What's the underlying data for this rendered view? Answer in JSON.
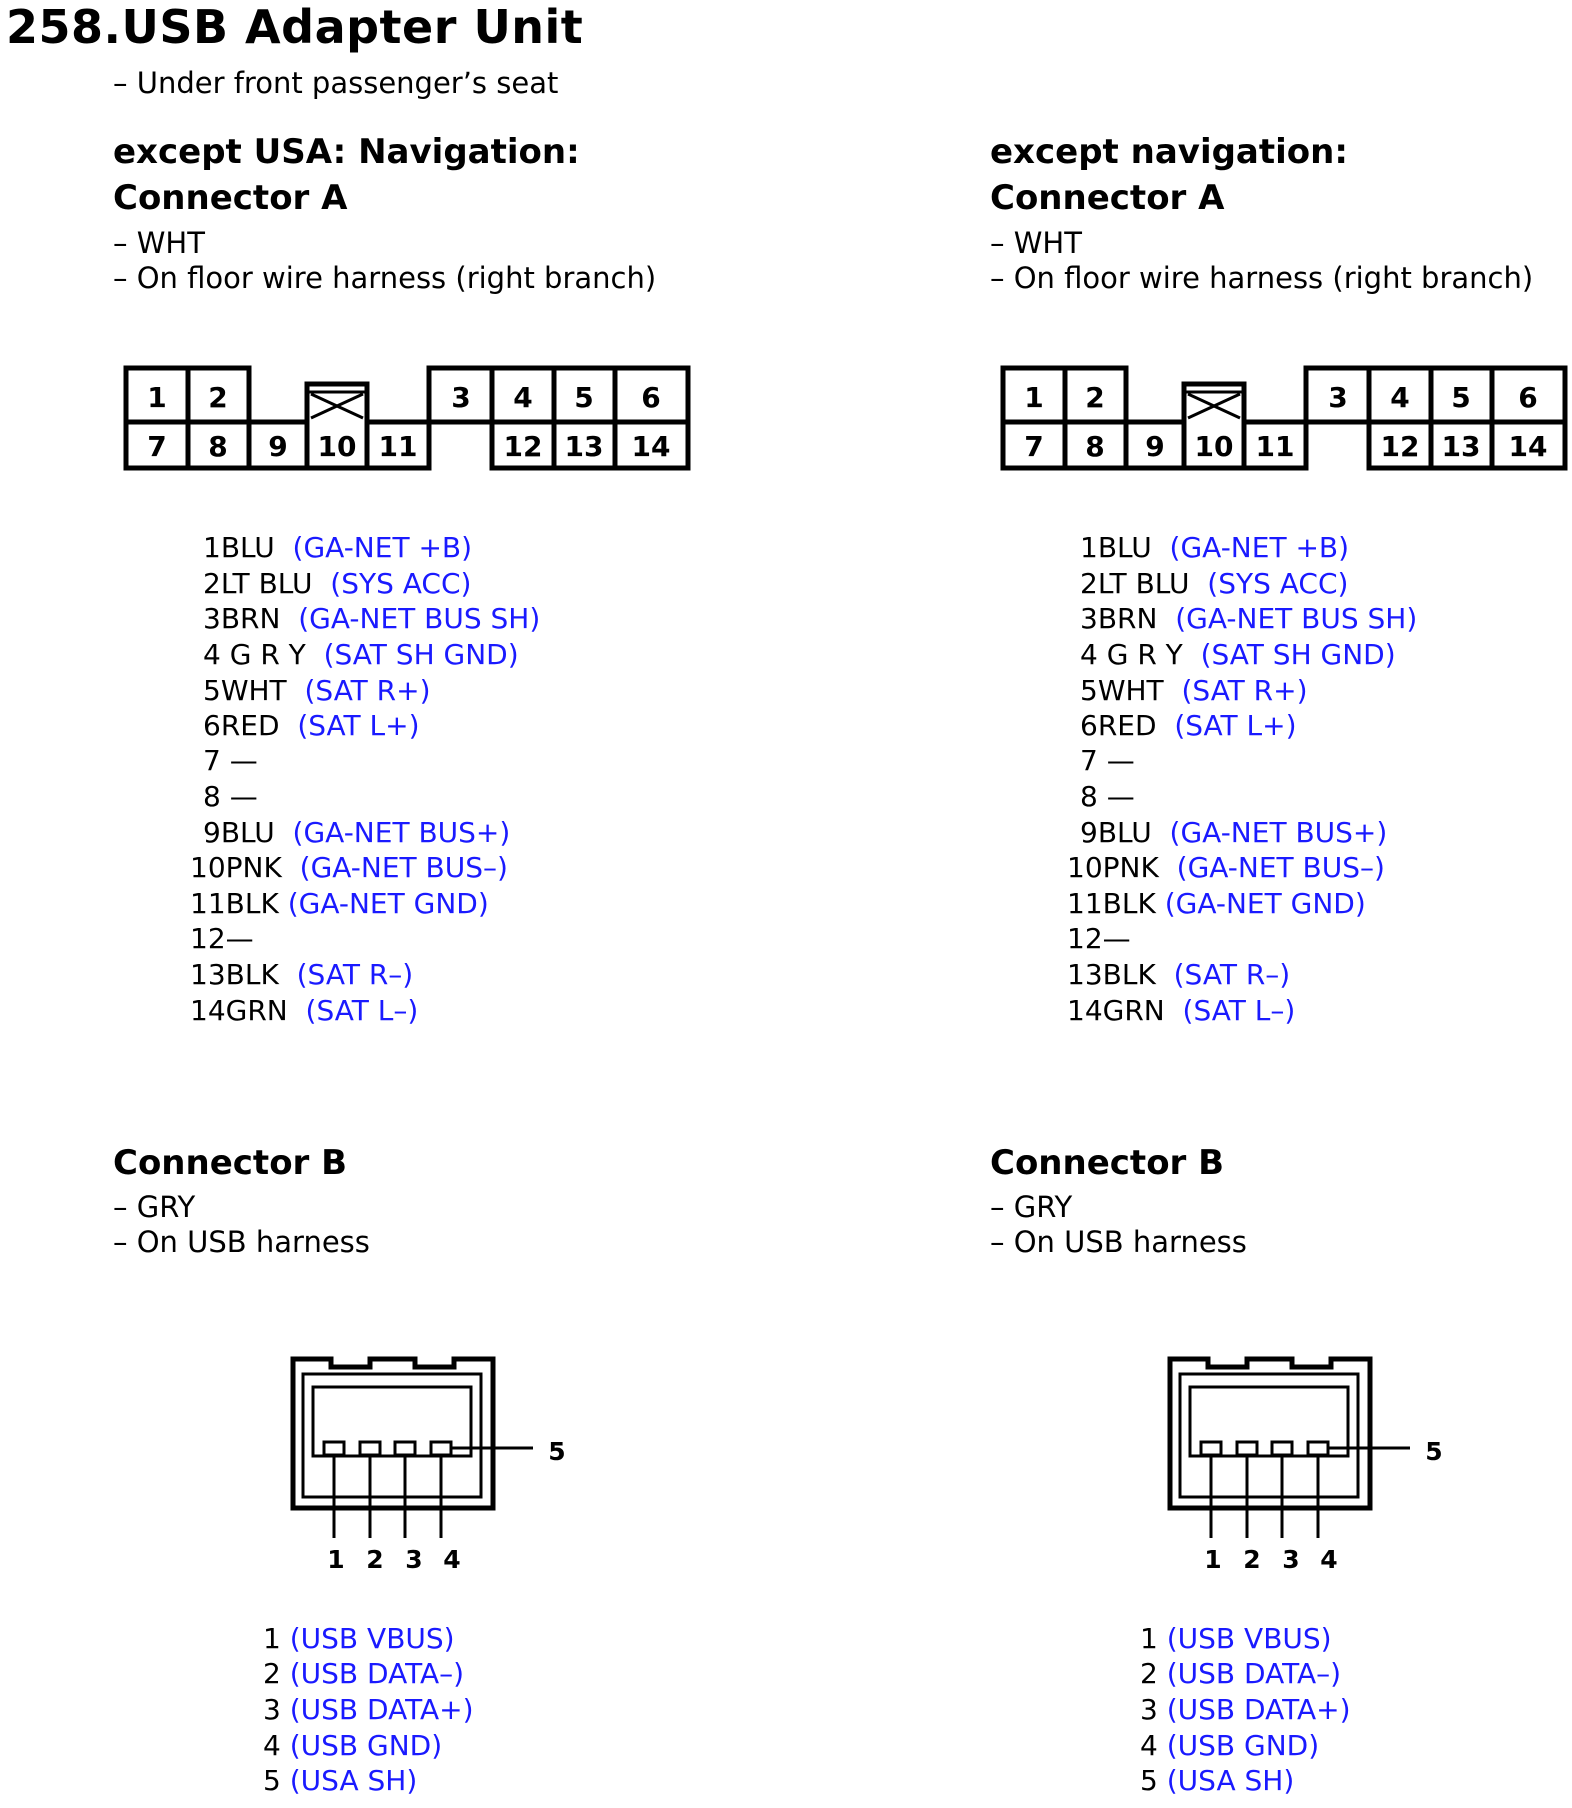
{
  "page": {
    "title": "258.USB Adapter Unit",
    "location": "– Under front passenger’s seat"
  },
  "columns": [
    {
      "heading_1": "except USA: Navigation:",
      "connector_a": {
        "title": "Connector A",
        "color": "– WHT",
        "location": "– On floor wire harness (right branch)",
        "cavity_numbers": [
          "1",
          "2",
          "3",
          "4",
          "5",
          "6",
          "7",
          "8",
          "9",
          "10",
          "11",
          "12",
          "13",
          "14"
        ],
        "pins": [
          {
            "label": "1BLU",
            "function": "(GA-NET +B)"
          },
          {
            "label": "2LT BLU",
            "function": "(SYS ACC)"
          },
          {
            "label": "3BRN",
            "function": "(GA-NET BUS SH)"
          },
          {
            "label": "4 G R Y",
            "function": "(SAT SH GND)"
          },
          {
            "label": "5WHT",
            "function": "(SAT R+)"
          },
          {
            "label": "6RED",
            "function": "(SAT L+)"
          },
          {
            "label": "7 —",
            "function": ""
          },
          {
            "label": "8 —",
            "function": ""
          },
          {
            "label": "9BLU",
            "function": "(GA-NET BUS+)"
          },
          {
            "label": "10PNK",
            "function": "(GA-NET BUS–)"
          },
          {
            "label": "11BLK",
            "function": "(GA-NET GND)"
          },
          {
            "label": "12—",
            "function": ""
          },
          {
            "label": "13BLK",
            "function": "(SAT R–)"
          },
          {
            "label": "14GRN",
            "function": "(SAT L–)"
          }
        ]
      },
      "connector_b": {
        "title": "Connector B",
        "color": "– GRY",
        "location": "– On USB harness",
        "terminal_numbers": [
          "1",
          "2",
          "3",
          "4",
          "5"
        ],
        "pins": [
          {
            "label": "1",
            "function": "(USB VBUS)"
          },
          {
            "label": "2",
            "function": "(USB DATA–)"
          },
          {
            "label": "3",
            "function": "(USB DATA+)"
          },
          {
            "label": "4",
            "function": "(USB GND)"
          },
          {
            "label": "5",
            "function": "(USA SH)"
          }
        ]
      }
    },
    {
      "heading_1": "except navigation:",
      "connector_a": {
        "title": "Connector A",
        "color": "– WHT",
        "location": "– On floor wire harness (right branch)",
        "cavity_numbers": [
          "1",
          "2",
          "3",
          "4",
          "5",
          "6",
          "7",
          "8",
          "9",
          "10",
          "11",
          "12",
          "13",
          "14"
        ],
        "pins": [
          {
            "label": "1BLU",
            "function": "(GA-NET +B)"
          },
          {
            "label": "2LT BLU",
            "function": "(SYS ACC)"
          },
          {
            "label": "3BRN",
            "function": "(GA-NET BUS SH)"
          },
          {
            "label": "4 G R Y",
            "function": "(SAT SH GND)"
          },
          {
            "label": "5WHT",
            "function": "(SAT R+)"
          },
          {
            "label": "6RED",
            "function": "(SAT L+)"
          },
          {
            "label": "7 —",
            "function": ""
          },
          {
            "label": "8 —",
            "function": ""
          },
          {
            "label": "9BLU",
            "function": "(GA-NET BUS+)"
          },
          {
            "label": "10PNK",
            "function": "(GA-NET BUS–)"
          },
          {
            "label": "11BLK",
            "function": "(GA-NET GND)"
          },
          {
            "label": "12—",
            "function": ""
          },
          {
            "label": "13BLK",
            "function": "(SAT R–)"
          },
          {
            "label": "14GRN",
            "function": "(SAT L–)"
          }
        ]
      },
      "connector_b": {
        "title": "Connector B",
        "color": "– GRY",
        "location": "– On USB harness",
        "terminal_numbers": [
          "1",
          "2",
          "3",
          "4",
          "5"
        ],
        "pins": [
          {
            "label": "1",
            "function": "(USB VBUS)"
          },
          {
            "label": "2",
            "function": "(USB DATA–)"
          },
          {
            "label": "3",
            "function": "(USB DATA+)"
          },
          {
            "label": "4",
            "function": "(USB GND)"
          },
          {
            "label": "5",
            "function": "(USA SH)"
          }
        ]
      }
    }
  ],
  "colors": {
    "text": "#000000",
    "function_text": "#1a1aff",
    "background": "#ffffff"
  }
}
